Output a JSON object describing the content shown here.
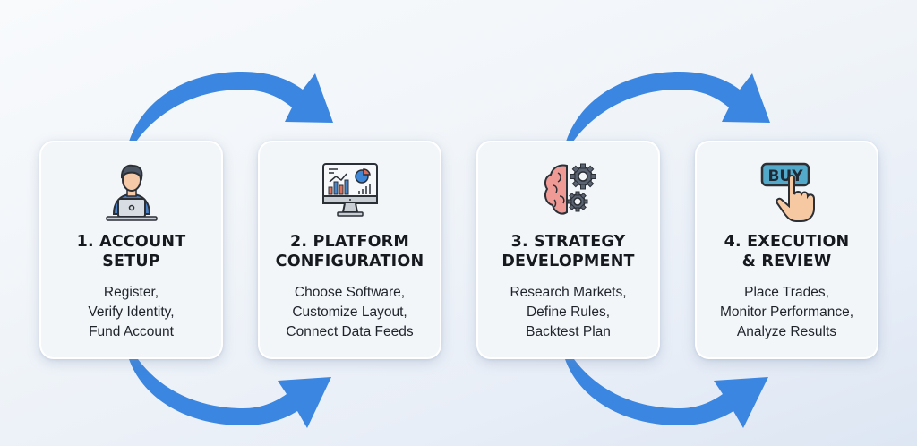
{
  "colors": {
    "arrow": "#3a86e0",
    "card_bg": "#f3f6f9",
    "text": "#161a1f"
  },
  "steps": [
    {
      "icon": "person-laptop-icon",
      "title_lines": [
        "1. ACCOUNT",
        "SETUP"
      ],
      "desc_lines": [
        "Register,",
        "Verify Identity,",
        "Fund Account"
      ]
    },
    {
      "icon": "monitor-analytics-icon",
      "title_lines": [
        "2. PLATFORM",
        "CONFIGURATION"
      ],
      "desc_lines": [
        "Choose Software,",
        "Customize Layout,",
        "Connect Data Feeds"
      ]
    },
    {
      "icon": "brain-gears-icon",
      "title_lines": [
        "3. STRATEGY",
        "DEVELOPMENT"
      ],
      "desc_lines": [
        "Research Markets,",
        "Define Rules,",
        "Backtest Plan"
      ]
    },
    {
      "icon": "buy-button-tap-icon",
      "buy_label": "BUY",
      "title_lines": [
        "4. EXECUTION",
        "& REVIEW"
      ],
      "desc_lines": [
        "Place Trades,",
        "Monitor Performance,",
        "Analyze Results"
      ]
    }
  ],
  "arrows": [
    {
      "from": "step-1-top",
      "to": "step-2-top",
      "position": "top"
    },
    {
      "from": "step-1-bottom",
      "to": "step-2-bottom",
      "position": "bottom"
    },
    {
      "from": "step-3-top",
      "to": "step-4-top",
      "position": "top"
    },
    {
      "from": "step-3-bottom",
      "to": "step-4-bottom",
      "position": "bottom"
    }
  ]
}
